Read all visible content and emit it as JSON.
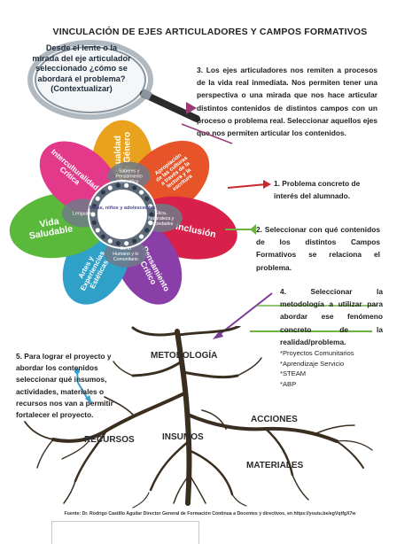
{
  "title": "VINCULACIÓN DE EJES ARTICULADORES Y CAMPOS FORMATIVOS",
  "lens_text": "Desde el lente o la mirada del eje articulador seleccionado ¿cómo se abordará el problema? (Contextualizar)",
  "flower": {
    "center_label": "Niñas, niños y adolescentes",
    "petals": [
      "Igualdad de Género",
      "Apropiación de las culturas a través de la lectura y la escritura",
      "Inclusión",
      "Pensamiento Crítico",
      "Artes y Experiencias Estéticas",
      "Vida Saludable",
      "Interculturalidad Crítica"
    ],
    "inner": [
      "Saberes y Pensamiento Científico",
      "Ética, Naturaleza y Sociedades",
      "De lo Humano y lo Comunitario",
      "Lenguajes"
    ]
  },
  "steps": {
    "s1": "1. Problema concreto de interés del alumnado.",
    "s2": "2. Seleccionar con qué contenidos de los distintos Campos Formativos se relaciona el problema.",
    "s3": "3. Los ejes articuladores nos remiten a procesos de la vida real inmediata. Nos permiten tener una perspectiva o una mirada que nos hace articular distintos contenidos de distintos campos con un proceso o problema real. Seleccionar aquellos ejes que nos permiten articular los contenidos.",
    "s4": "4. Seleccionar la metodología a utilizar para abordar ese fenómeno concreto de la realidad/problema.",
    "s4_options": [
      "*Proyectos Comunitarios",
      "*Aprendizaje Servicio",
      "*STEAM",
      "*ABP"
    ],
    "s5": "5. Para lograr el proyecto y abordar los contenidos seleccionar qué insumos, actividades, materiales o recursos nos van a permitir fortalecer el proyecto."
  },
  "tree_labels": {
    "metodologia": "METODOLOGÍA",
    "acciones": "ACCIONES",
    "insumos": "INSUMOS",
    "recursos": "RECURSOS",
    "materiales": "MATERIALES"
  },
  "footer": "Fuente: Dr. Rodrigo Castillo Aguilar Director General de Formación Continua a Docentes y directivos, en https://youtu.be/egVqtfgX7w",
  "colors": {
    "igualdad": "#e8a21d",
    "apropiacion": "#e8542a",
    "inclusion": "#d8214a",
    "pensamiento": "#8a3fa8",
    "artes": "#2fa0c8",
    "vida": "#5ab83a",
    "intercultural": "#e3398a",
    "arrow_red": "#c8282c",
    "arrow_green": "#6db33f",
    "arrow_purple": "#7a3c96",
    "arrow_blue": "#3aa0d0"
  }
}
